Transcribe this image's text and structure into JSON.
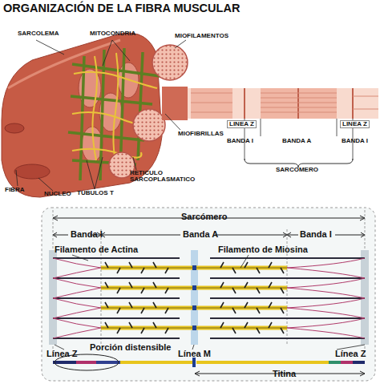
{
  "diagram": {
    "title": "ORGANIZACIÓN DE LA FIBRA MUSCULAR",
    "labels": [
      "SARCOLEMA",
      "MITOCONDRIA",
      "MIOFILAMENTOS",
      "MIOFIBRILLAS",
      "LINEA Z",
      "LINEA Z",
      "BANDA I",
      "BANDA A",
      "BANDA I",
      "SARCOMERO",
      "FIBRA",
      "NUCLEO",
      "TUBULOS T",
      "RETICULO SARCOPLASMATICO",
      "Sarcómero",
      "Banda I",
      "Banda A",
      "Banda I",
      "Filamento de Actina",
      "Filamento de Miosina",
      "Línea Z",
      "Porción distensible",
      "Línea M",
      "Línea Z",
      "Titina"
    ]
  }
}
